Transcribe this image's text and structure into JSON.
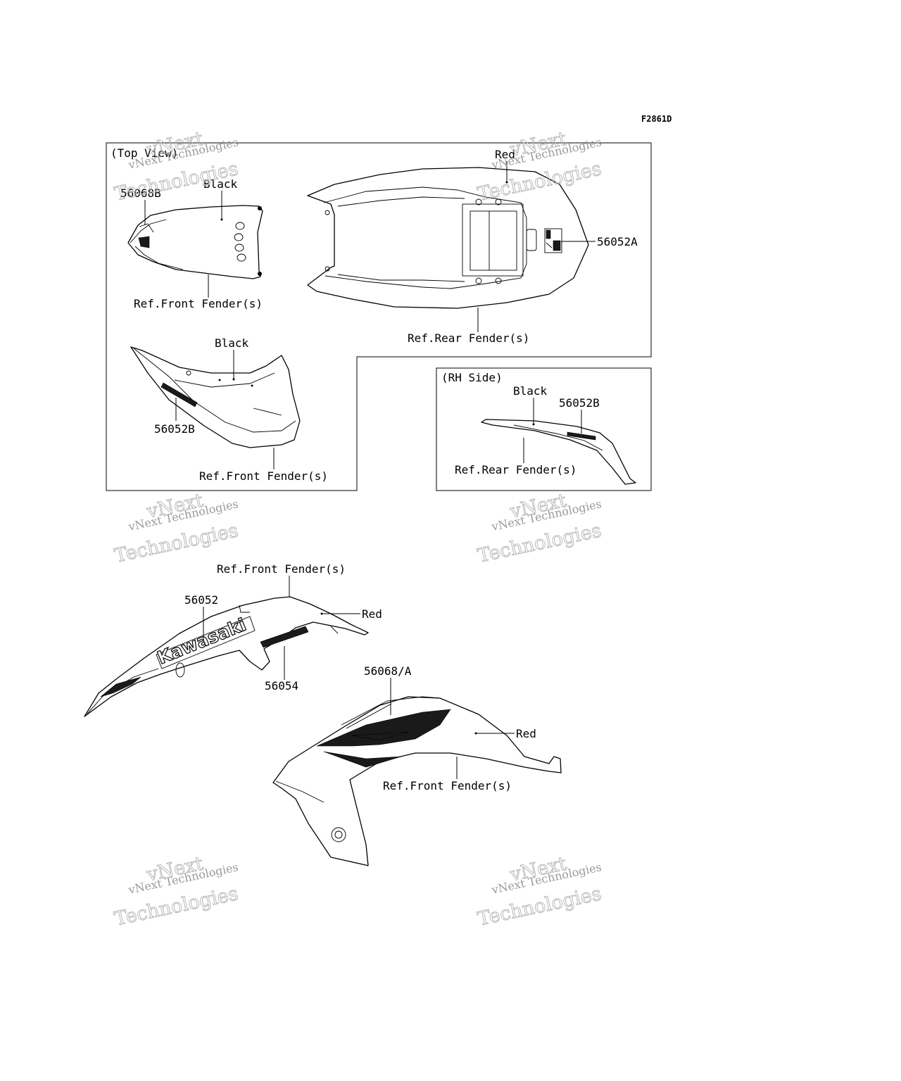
{
  "diagram_code": "F2861D",
  "panels": {
    "top_view": "(Top View)",
    "rh_side": "(RH Side)"
  },
  "labels": {
    "top_front_color": "Black",
    "top_front_part": "56068B",
    "top_front_ref": "Ref.Front Fender(s)",
    "top_rear_color": "Red",
    "top_rear_part": "56052A",
    "top_rear_ref": "Ref.Rear Fender(s)",
    "side_front_color": "Black",
    "side_front_part": "56052B",
    "side_front_ref": "Ref.Front Fender(s)",
    "rh_color": "Black",
    "rh_part": "56052B",
    "rh_ref": "Ref.Rear Fender(s)",
    "lower_left_ref": "Ref.Front Fender(s)",
    "lower_left_part1": "56052",
    "lower_left_color": "Red",
    "lower_left_part2": "56054",
    "lower_right_part": "56068/A",
    "lower_right_color": "Red",
    "lower_right_ref": "Ref.Front Fender(s)"
  },
  "decals": {
    "brand": "Kawasaki"
  },
  "watermark": {
    "line1": "vNext Technologies",
    "line2": "vNext",
    "line3": "Technologies"
  }
}
